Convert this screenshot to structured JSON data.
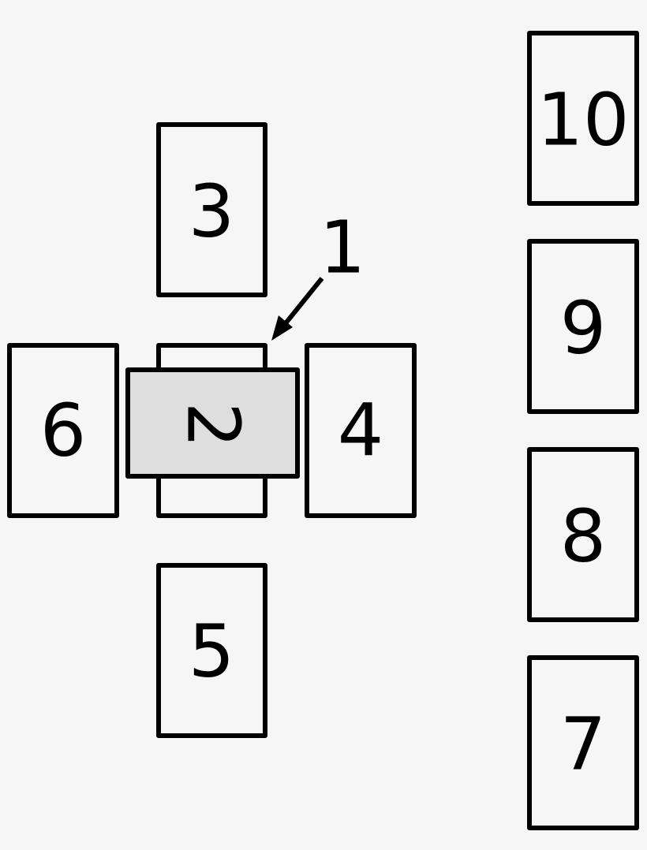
{
  "colors": {
    "background": "#f6f6f6",
    "card_fill": "#f6f6f6",
    "crossing_card_fill": "#dedede",
    "stroke": "#000000"
  },
  "cards": {
    "card_3": "3",
    "card_6": "6",
    "card_4": "4",
    "card_5": "5",
    "card_2": "2",
    "card_10": "10",
    "card_9": "9",
    "card_8": "8",
    "card_7": "7"
  },
  "callout": {
    "label": "1"
  }
}
